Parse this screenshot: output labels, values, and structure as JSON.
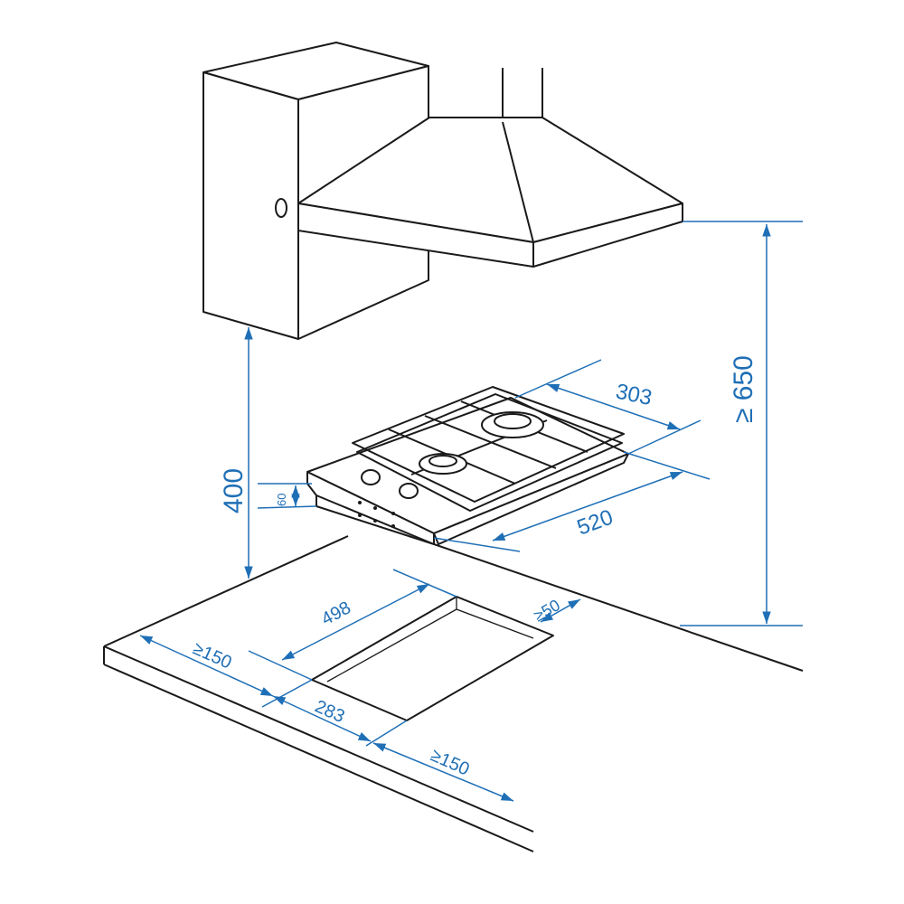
{
  "diagram": {
    "colors": {
      "dimension": "#1f6fb6",
      "outline": "#1a1a1a"
    },
    "dimensions": {
      "hood_height": "≥ 650",
      "cabinet_height": "400",
      "hob_depth": "303",
      "hob_width": "520",
      "hob_thickness": "60",
      "cutout_width": "498",
      "cutout_depth": "283",
      "back_clearance": "≥50",
      "left_clearance": "≥150",
      "front_clearance": "≥150"
    }
  }
}
